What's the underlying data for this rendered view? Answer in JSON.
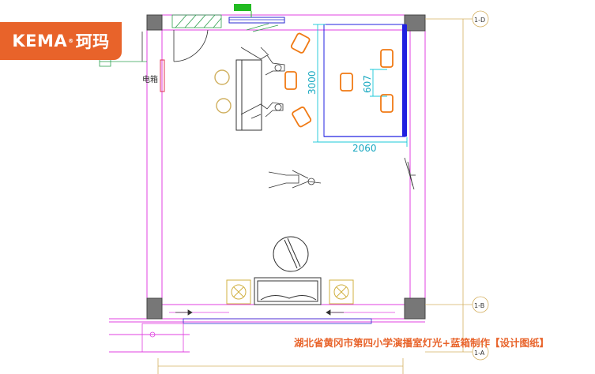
{
  "logo": {
    "brand": "KEMA",
    "mark": "®",
    "cn": "珂玛"
  },
  "labels": {
    "electric_box": "电箱",
    "dim_height": "3000",
    "dim_width": "2060",
    "dim_inner": "607",
    "axis_top": "1-D",
    "axis_mid": "1-B",
    "axis_bottom": "1-A"
  },
  "caption": "湖北省黄冈市第四小学演播室灯光+蓝箱制作【设计图纸】",
  "colors": {
    "wall": "#e040e0",
    "chair": "#f07a14",
    "bluebox": "#2020e0",
    "dim": "#18c8d8",
    "furniture": "#d8c070",
    "accent": "#e8632a"
  }
}
